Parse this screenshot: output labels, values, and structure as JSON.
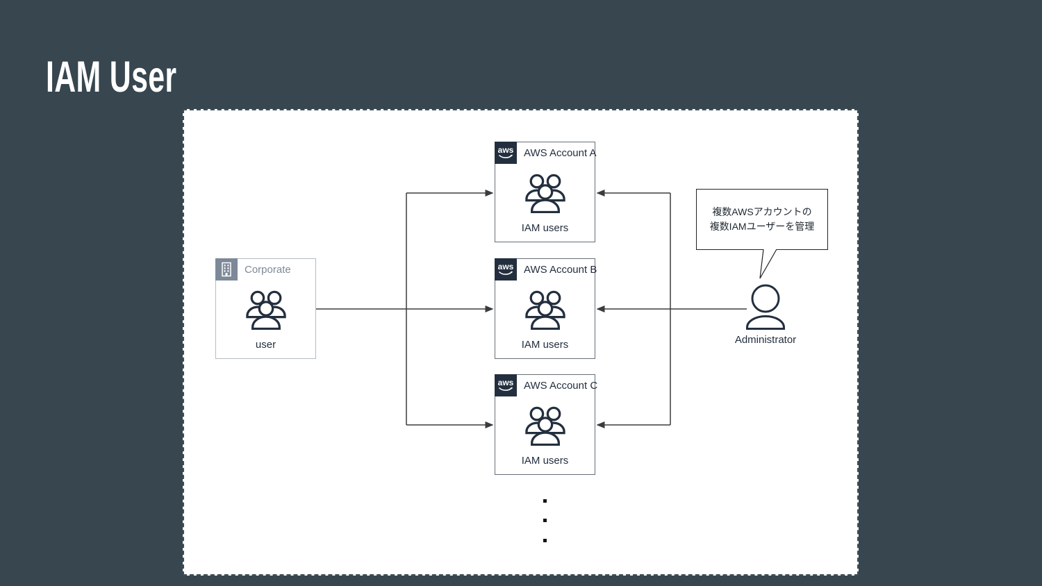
{
  "slide": {
    "title": "IAM User"
  },
  "canvas": {
    "aws_logo_text": "aws",
    "corporate": {
      "label": "Corporate",
      "caption": "user"
    },
    "accounts": [
      {
        "label": "AWS Account A",
        "caption": "IAM users"
      },
      {
        "label": "AWS Account B",
        "caption": "IAM users"
      },
      {
        "label": "AWS Account C",
        "caption": "IAM users"
      }
    ],
    "callout": {
      "line1": "複数AWSアカウントの",
      "line2": "複数IAMユーザーを管理"
    },
    "admin": {
      "label": "Administrator"
    }
  },
  "colors": {
    "slide-bg": "#37464F",
    "title-color": "#FFFFFF",
    "canvas-bg": "#FFFFFF",
    "canvas-border": "#3E4E58",
    "aws-navy": "#232F3E",
    "corporate-gray": "#7D8998",
    "account-border": "#666F75",
    "corporate-border": "#B4BCC2",
    "line-color": "#3B3B3B",
    "text-dark": "#232F3E",
    "dot-color": "#141414"
  }
}
